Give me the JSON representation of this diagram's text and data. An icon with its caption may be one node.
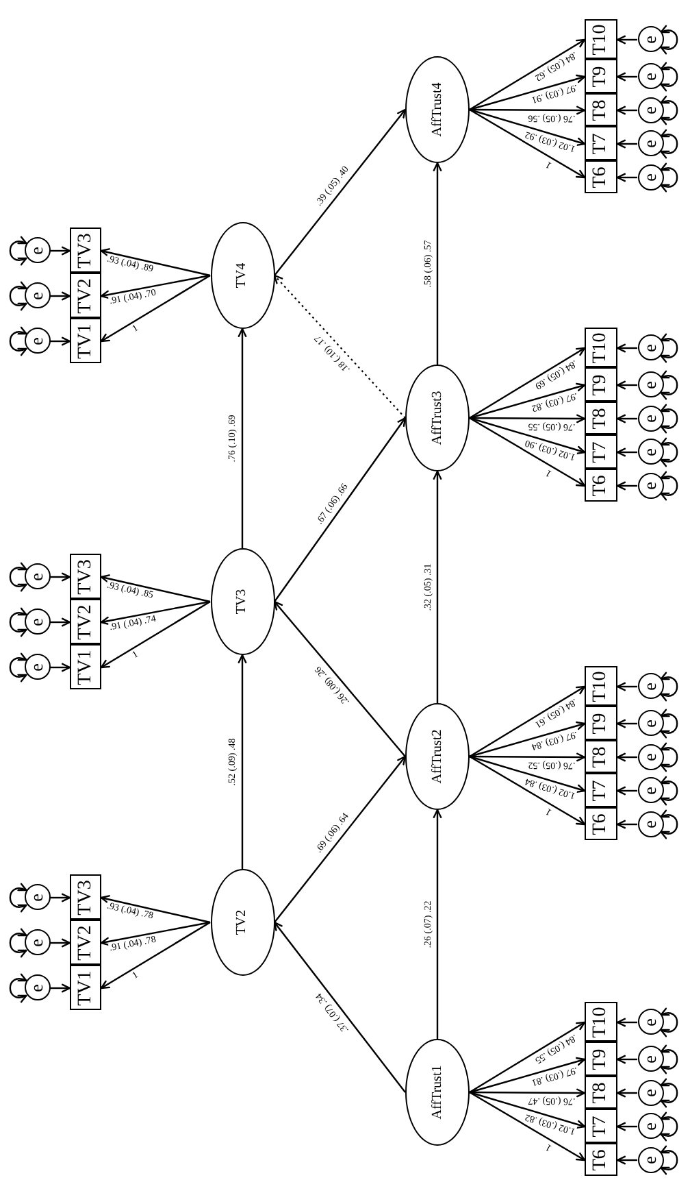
{
  "diagram": {
    "nodes": [
      {
        "text": [
          "TV2"
        ]
      },
      {
        "text": [
          "TV3"
        ]
      },
      {
        "text": [
          "TV4"
        ]
      },
      {
        "text": [
          "AffTrust1"
        ]
      },
      {
        "text": [
          "AffTrust2"
        ]
      },
      {
        "text": [
          "AffTrust3"
        ]
      },
      {
        "text": [
          "AffTrust4"
        ]
      },
      {
        "text": [
          "TV1"
        ]
      },
      {
        "text": [
          "TV2"
        ]
      },
      {
        "text": [
          "TV3"
        ]
      },
      {
        "text": [
          "TV1"
        ]
      },
      {
        "text": [
          "TV2"
        ]
      },
      {
        "text": [
          "TV3"
        ]
      },
      {
        "text": [
          "TV1"
        ]
      },
      {
        "text": [
          "TV2"
        ]
      },
      {
        "text": [
          "TV3"
        ]
      },
      {
        "text": [
          "T6"
        ]
      },
      {
        "text": [
          "T7"
        ]
      },
      {
        "text": [
          "T8"
        ]
      },
      {
        "text": [
          "T9"
        ]
      },
      {
        "text": [
          "T10"
        ]
      },
      {
        "text": [
          "T6"
        ]
      },
      {
        "text": [
          "T7"
        ]
      },
      {
        "text": [
          "T8"
        ]
      },
      {
        "text": [
          "T9"
        ]
      },
      {
        "text": [
          "T10"
        ]
      },
      {
        "text": [
          "T6"
        ]
      },
      {
        "text": [
          "T7"
        ]
      },
      {
        "text": [
          "T8"
        ]
      },
      {
        "text": [
          "T9"
        ]
      },
      {
        "text": [
          "T10"
        ]
      },
      {
        "text": [
          "T6"
        ]
      },
      {
        "text": [
          "T7"
        ]
      },
      {
        "text": [
          "T8"
        ]
      },
      {
        "text": [
          "T9"
        ]
      },
      {
        "text": [
          "T10"
        ]
      },
      {
        "text": [
          "e"
        ]
      },
      {
        "text": [
          "e"
        ]
      },
      {
        "text": [
          "e"
        ]
      },
      {
        "text": [
          "e"
        ]
      },
      {
        "text": [
          "e"
        ]
      },
      {
        "text": [
          "e"
        ]
      },
      {
        "text": [
          "e"
        ]
      },
      {
        "text": [
          "e"
        ]
      },
      {
        "text": [
          "e"
        ]
      },
      {
        "text": [
          "e"
        ]
      },
      {
        "text": [
          "e"
        ]
      },
      {
        "text": [
          "e"
        ]
      },
      {
        "text": [
          "e"
        ]
      },
      {
        "text": [
          "e"
        ]
      },
      {
        "text": [
          "e"
        ]
      },
      {
        "text": [
          "e"
        ]
      },
      {
        "text": [
          "e"
        ]
      },
      {
        "text": [
          "e"
        ]
      },
      {
        "text": [
          "e"
        ]
      },
      {
        "text": [
          "e"
        ]
      },
      {
        "text": [
          "e"
        ]
      },
      {
        "text": [
          "e"
        ]
      },
      {
        "text": [
          "e"
        ]
      },
      {
        "text": [
          "e"
        ]
      },
      {
        "text": [
          "e"
        ]
      },
      {
        "text": [
          "e"
        ]
      },
      {
        "text": [
          "e"
        ]
      },
      {
        "text": [
          "e"
        ]
      },
      {
        "text": [
          "e"
        ]
      }
    ],
    "edges": [
      {
        "from": 3,
        "to": 0,
        "arrow": "to",
        "label": ".37 (.07) .34"
      },
      {
        "from": 3,
        "to": 4,
        "arrow": "to",
        "label": ".26 (.07) .22"
      },
      {
        "from": 0,
        "to": 4,
        "arrow": "to",
        "label": ".69 (.06) .64"
      },
      {
        "from": 0,
        "to": 1,
        "arrow": "to",
        "label": ".52 (.09) .48"
      },
      {
        "from": 4,
        "to": 1,
        "arrow": "to",
        "label": ".26 (.08) .26"
      },
      {
        "from": 4,
        "to": 5,
        "arrow": "to",
        "label": ".32 (.05) .31"
      },
      {
        "from": 1,
        "to": 5,
        "arrow": "to",
        "label": ".67 (.06) .66"
      },
      {
        "from": 1,
        "to": 2,
        "arrow": "to",
        "label": ".76 (.10) .69"
      },
      {
        "from": 5,
        "to": 2,
        "arrow": "to",
        "label": ".18 (.10) .17",
        "style": "dashed"
      },
      {
        "from": 5,
        "to": 6,
        "arrow": "to",
        "label": ".58 (.06) .57"
      },
      {
        "from": 2,
        "to": 6,
        "arrow": "to",
        "label": ".39 (.05) .40"
      },
      {
        "from": 0,
        "to": 7,
        "arrow": "to",
        "label": "1"
      },
      {
        "from": 0,
        "to": 8,
        "arrow": "to",
        "label": ".91 (.04) .78"
      },
      {
        "from": 0,
        "to": 9,
        "arrow": "to",
        "label": ".93 (.04) .78"
      },
      {
        "from": 1,
        "to": 10,
        "arrow": "to",
        "label": "1"
      },
      {
        "from": 1,
        "to": 11,
        "arrow": "to",
        "label": ".91 (.04) .74"
      },
      {
        "from": 1,
        "to": 12,
        "arrow": "to",
        "label": ".93 (.04) .85"
      },
      {
        "from": 2,
        "to": 13,
        "arrow": "to",
        "label": "1"
      },
      {
        "from": 2,
        "to": 14,
        "arrow": "to",
        "label": ".91 (.04) .70"
      },
      {
        "from": 2,
        "to": 15,
        "arrow": "to",
        "label": ".93 (.04) .89"
      },
      {
        "from": 3,
        "to": 16,
        "arrow": "to",
        "label": "1"
      },
      {
        "from": 3,
        "to": 17,
        "arrow": "to",
        "label": "1.02 (.03) .82"
      },
      {
        "from": 3,
        "to": 18,
        "arrow": "to",
        "label": ".76 (.05) .47"
      },
      {
        "from": 3,
        "to": 19,
        "arrow": "to",
        "label": ".97 (.03) .81"
      },
      {
        "from": 3,
        "to": 20,
        "arrow": "to",
        "label": ".84 (.05) .55"
      },
      {
        "from": 4,
        "to": 21,
        "arrow": "to",
        "label": "1"
      },
      {
        "from": 4,
        "to": 22,
        "arrow": "to",
        "label": "1.02 (.03) .84"
      },
      {
        "from": 4,
        "to": 23,
        "arrow": "to",
        "label": ".76 (.05) .52"
      },
      {
        "from": 4,
        "to": 24,
        "arrow": "to",
        "label": ".97 (.03) .84"
      },
      {
        "from": 4,
        "to": 25,
        "arrow": "to",
        "label": ".84 (.05) .61"
      },
      {
        "from": 5,
        "to": 26,
        "arrow": "to",
        "label": "1"
      },
      {
        "from": 5,
        "to": 27,
        "arrow": "to",
        "label": "1.02 (.03) .90"
      },
      {
        "from": 5,
        "to": 28,
        "arrow": "to",
        "label": ".76 (.05) .55"
      },
      {
        "from": 5,
        "to": 29,
        "arrow": "to",
        "label": ".97 (.03) .82"
      },
      {
        "from": 5,
        "to": 30,
        "arrow": "to",
        "label": ".84 (.05) .69"
      },
      {
        "from": 6,
        "to": 31,
        "arrow": "to",
        "label": "1"
      },
      {
        "from": 6,
        "to": 32,
        "arrow": "to",
        "label": "1.02 (.03) .92"
      },
      {
        "from": 6,
        "to": 33,
        "arrow": "to",
        "label": ".76 (.05) .56"
      },
      {
        "from": 6,
        "to": 34,
        "arrow": "to",
        "label": ".97 (.03) .91"
      },
      {
        "from": 6,
        "to": 35,
        "arrow": "to",
        "label": ".84 (.05) .62"
      },
      {
        "from": 36,
        "to": 7,
        "arrow": "to"
      },
      {
        "from": 37,
        "to": 8,
        "arrow": "to"
      },
      {
        "from": 38,
        "to": 9,
        "arrow": "to"
      },
      {
        "from": 39,
        "to": 10,
        "arrow": "to"
      },
      {
        "from": 40,
        "to": 11,
        "arrow": "to"
      },
      {
        "from": 41,
        "to": 12,
        "arrow": "to"
      },
      {
        "from": 42,
        "to": 13,
        "arrow": "to"
      },
      {
        "from": 43,
        "to": 14,
        "arrow": "to"
      },
      {
        "from": 44,
        "to": 15,
        "arrow": "to"
      },
      {
        "from": 45,
        "to": 16,
        "arrow": "to"
      },
      {
        "from": 46,
        "to": 17,
        "arrow": "to"
      },
      {
        "from": 47,
        "to": 18,
        "arrow": "to"
      },
      {
        "from": 48,
        "to": 19,
        "arrow": "to"
      },
      {
        "from": 49,
        "to": 20,
        "arrow": "to"
      },
      {
        "from": 50,
        "to": 21,
        "arrow": "to"
      },
      {
        "from": 51,
        "to": 22,
        "arrow": "to"
      },
      {
        "from": 52,
        "to": 23,
        "arrow": "to"
      },
      {
        "from": 53,
        "to": 24,
        "arrow": "to"
      },
      {
        "from": 54,
        "to": 25,
        "arrow": "to"
      },
      {
        "from": 55,
        "to": 26,
        "arrow": "to"
      },
      {
        "from": 56,
        "to": 27,
        "arrow": "to"
      },
      {
        "from": 57,
        "to": 28,
        "arrow": "to"
      },
      {
        "from": 58,
        "to": 29,
        "arrow": "to"
      },
      {
        "from": 59,
        "to": 30,
        "arrow": "to"
      },
      {
        "from": 60,
        "to": 31,
        "arrow": "to"
      },
      {
        "from": 61,
        "to": 32,
        "arrow": "to"
      },
      {
        "from": 62,
        "to": 33,
        "arrow": "to"
      },
      {
        "from": 63,
        "to": 34,
        "arrow": "to"
      },
      {
        "from": 64,
        "to": 35,
        "arrow": "to"
      },
      {
        "from": 36,
        "to": 36,
        "arrow": "both"
      },
      {
        "from": 37,
        "to": 37,
        "arrow": "both"
      },
      {
        "from": 38,
        "to": 38,
        "arrow": "both"
      },
      {
        "from": 39,
        "to": 39,
        "arrow": "both"
      },
      {
        "from": 40,
        "to": 40,
        "arrow": "both"
      },
      {
        "from": 41,
        "to": 41,
        "arrow": "both"
      },
      {
        "from": 42,
        "to": 42,
        "arrow": "both"
      },
      {
        "from": 43,
        "to": 43,
        "arrow": "both"
      },
      {
        "from": 44,
        "to": 44,
        "arrow": "both"
      },
      {
        "from": 45,
        "to": 45,
        "arrow": "both"
      },
      {
        "from": 46,
        "to": 46,
        "arrow": "both"
      },
      {
        "from": 47,
        "to": 47,
        "arrow": "both"
      },
      {
        "from": 48,
        "to": 48,
        "arrow": "both"
      },
      {
        "from": 49,
        "to": 49,
        "arrow": "both"
      },
      {
        "from": 50,
        "to": 50,
        "arrow": "both"
      },
      {
        "from": 51,
        "to": 51,
        "arrow": "both"
      },
      {
        "from": 52,
        "to": 52,
        "arrow": "both"
      },
      {
        "from": 53,
        "to": 53,
        "arrow": "both"
      },
      {
        "from": 54,
        "to": 54,
        "arrow": "both"
      },
      {
        "from": 55,
        "to": 55,
        "arrow": "both"
      },
      {
        "from": 56,
        "to": 56,
        "arrow": "both"
      },
      {
        "from": 57,
        "to": 57,
        "arrow": "both"
      },
      {
        "from": 58,
        "to": 58,
        "arrow": "both"
      },
      {
        "from": 59,
        "to": 59,
        "arrow": "both"
      },
      {
        "from": 60,
        "to": 60,
        "arrow": "both"
      },
      {
        "from": 61,
        "to": 61,
        "arrow": "both"
      },
      {
        "from": 62,
        "to": 62,
        "arrow": "both"
      },
      {
        "from": 63,
        "to": 63,
        "arrow": "both"
      },
      {
        "from": 64,
        "to": 64,
        "arrow": "both"
      }
    ]
  }
}
